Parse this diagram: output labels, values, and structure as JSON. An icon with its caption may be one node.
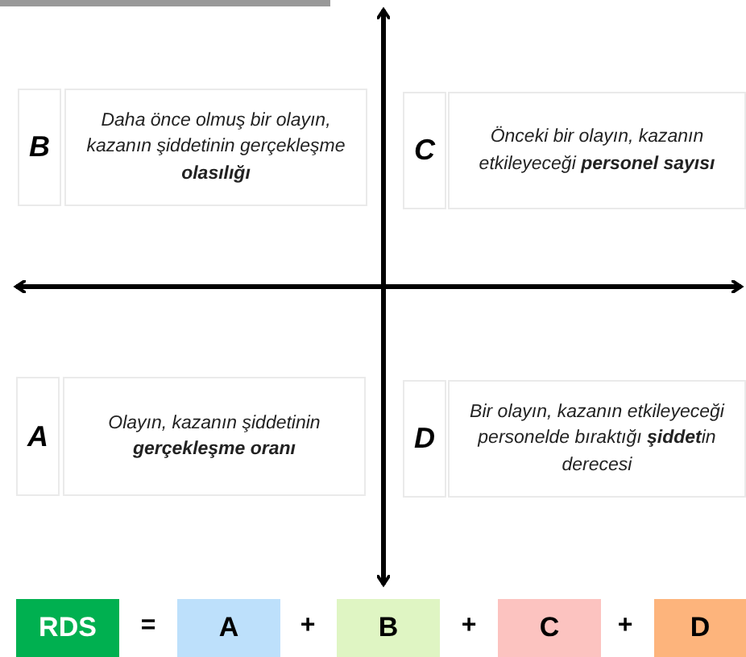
{
  "diagram": {
    "nodes": [
      {
        "text": [
          "B"
        ]
      },
      {
        "text": [
          "Daha önce olmuş bir olayın, kazanın şiddetinin gerçekleşme **olasılığı**"
        ]
      },
      {
        "text": [
          "C"
        ]
      },
      {
        "text": [
          "Önceki bir olayın, kazanın etkileyeceği **personel sayısı**"
        ]
      },
      {
        "text": [
          "A"
        ]
      },
      {
        "text": [
          "Olayın, kazanın şiddetinin **gerçekleşme oranı**"
        ]
      },
      {
        "text": [
          "D"
        ]
      },
      {
        "text": [
          "Bir olayın, kazanın etkileyeceği personelde bıraktığı **şiddet**in derecesi"
        ]
      },
      {
        "text": [
          "RDS"
        ]
      },
      {
        "text": [
          "A"
        ]
      },
      {
        "text": [
          "B"
        ]
      },
      {
        "text": [
          "C"
        ]
      },
      {
        "text": [
          "D"
        ]
      }
    ],
    "labels": [
      "=",
      "+",
      "+",
      "+"
    ]
  }
}
